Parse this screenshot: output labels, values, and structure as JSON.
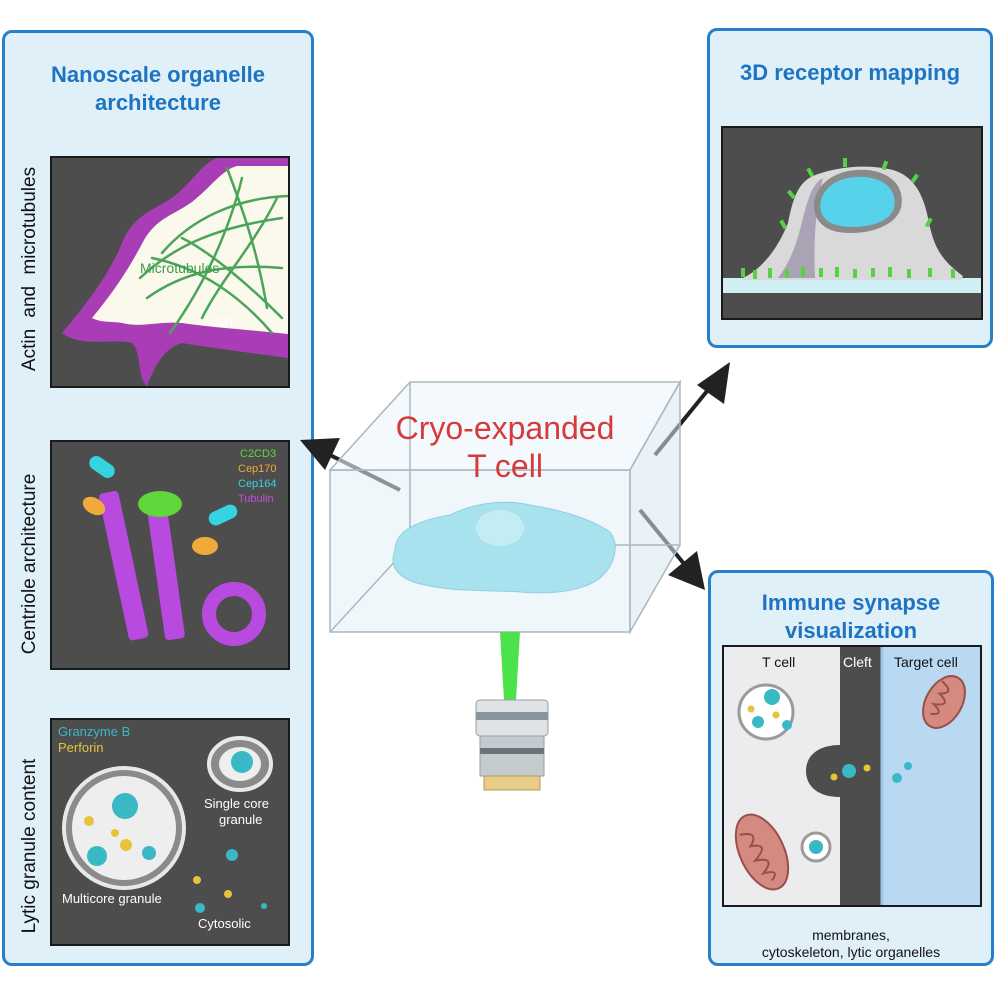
{
  "left_panel": {
    "title_line1": "Nanoscale organelle",
    "title_line2": "architecture",
    "sections": [
      {
        "side_label": "Actin and microtubules",
        "labels": {
          "microtubules": "Microtubules",
          "actin": "Actin"
        }
      },
      {
        "side_label": "Centriole architecture",
        "legend": [
          {
            "text": "C2CD3",
            "color": "#5fd63a"
          },
          {
            "text": "Cep170",
            "color": "#f0a93b"
          },
          {
            "text": "Cep164",
            "color": "#35d4e0"
          },
          {
            "text": "Tubulin",
            "color": "#c64be0"
          }
        ]
      },
      {
        "side_label": "Lytic granule content",
        "legend": [
          {
            "text": "Granzyme B",
            "color": "#39b8c6"
          },
          {
            "text": "Perforin",
            "color": "#e6c33a"
          }
        ],
        "labels": {
          "single_core_1": "Single core",
          "single_core_2": "granule",
          "multicore": "Multicore granule",
          "cytosolic": "Cytosolic"
        }
      }
    ]
  },
  "top_right_panel": {
    "title": "3D receptor mapping"
  },
  "bottom_right_panel": {
    "title_line1": "Immune synapse",
    "title_line2": "visualization",
    "column_labels": {
      "t_cell": "T cell",
      "cleft": "Cleft",
      "target_cell": "Target cell"
    },
    "caption_line1": "membranes,",
    "caption_line2": "cytoskeleton, lytic organelles"
  },
  "center": {
    "title_line1": "Cryo-expanded",
    "title_line2": "T cell"
  },
  "colors": {
    "panel_border": "#2a7fc9",
    "panel_fill": "#dff0f8",
    "title_blue": "#1f74c2",
    "center_title_red": "#d63a3a",
    "dark_box": "#4d4d4d"
  }
}
